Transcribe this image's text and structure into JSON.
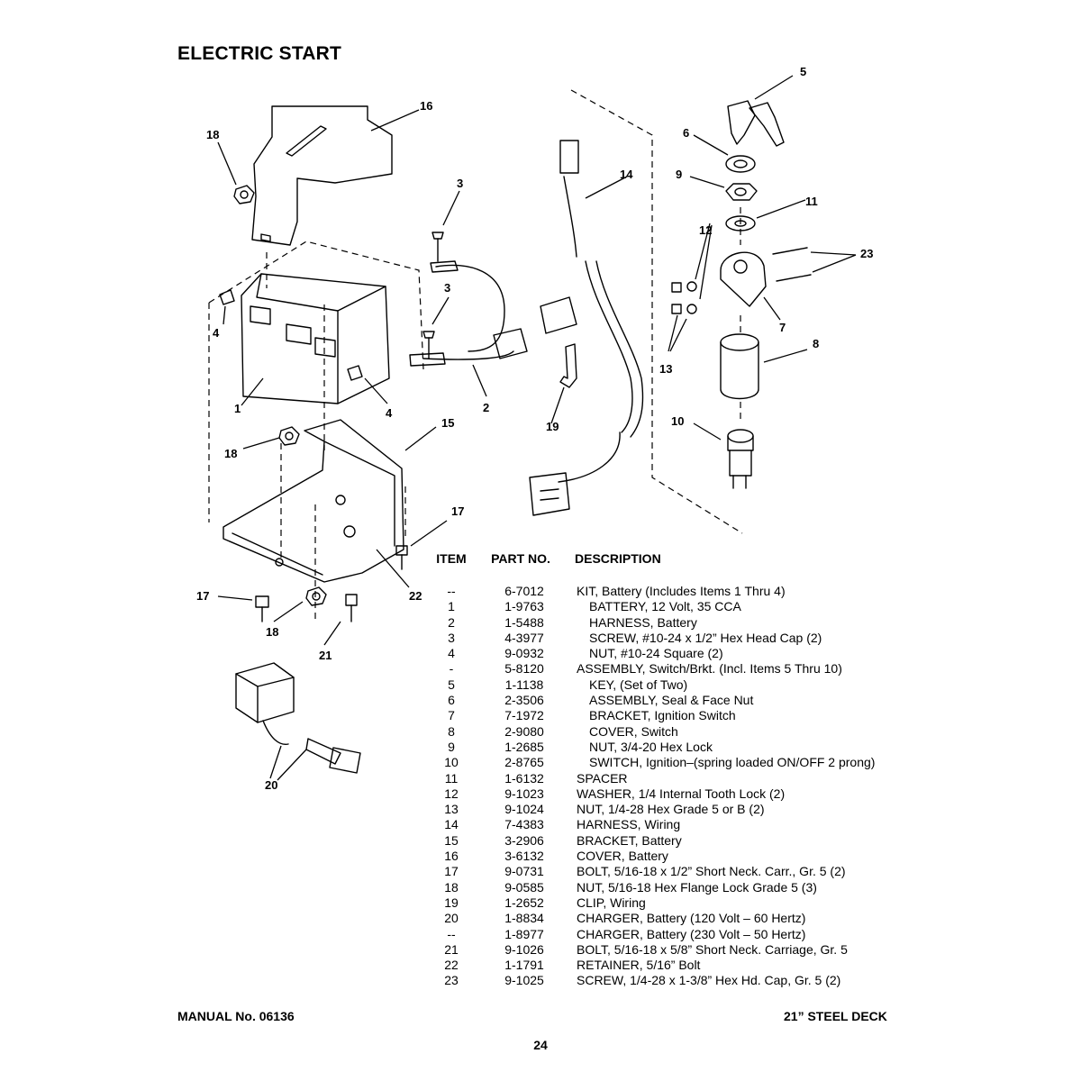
{
  "page": {
    "title": "ELECTRIC START",
    "footer_left": "MANUAL No. 06136",
    "footer_right": "21” STEEL DECK",
    "page_number": "24"
  },
  "diagram": {
    "callouts": [
      "1",
      "2",
      "3",
      "3",
      "4",
      "4",
      "5",
      "6",
      "7",
      "8",
      "9",
      "10",
      "11",
      "12",
      "13",
      "14",
      "15",
      "16",
      "17",
      "17",
      "18",
      "18",
      "18",
      "19",
      "20",
      "21",
      "22",
      "23"
    ]
  },
  "parts_list": {
    "headers": {
      "item": "ITEM",
      "part_no": "PART NO.",
      "description": "DESCRIPTION"
    },
    "rows": [
      {
        "item": "--",
        "part": "6-7012",
        "desc": "KIT, Battery (Includes Items 1 Thru 4)",
        "indent": false
      },
      {
        "item": "1",
        "part": "1-9763",
        "desc": "BATTERY, 12 Volt, 35 CCA",
        "indent": true
      },
      {
        "item": "2",
        "part": "1-5488",
        "desc": "HARNESS, Battery",
        "indent": true
      },
      {
        "item": "3",
        "part": "4-3977",
        "desc": "SCREW, #10-24 x 1/2” Hex Head Cap (2)",
        "indent": true
      },
      {
        "item": "4",
        "part": "9-0932",
        "desc": "NUT, #10-24 Square (2)",
        "indent": true
      },
      {
        "item": "-",
        "part": "5-8120",
        "desc": "ASSEMBLY, Switch/Brkt. (Incl. Items 5 Thru 10)",
        "indent": false
      },
      {
        "item": "5",
        "part": "1-1138",
        "desc": "KEY, (Set of Two)",
        "indent": true
      },
      {
        "item": "6",
        "part": "2-3506",
        "desc": "ASSEMBLY, Seal & Face Nut",
        "indent": true
      },
      {
        "item": "7",
        "part": "7-1972",
        "desc": "BRACKET, Ignition Switch",
        "indent": true
      },
      {
        "item": "8",
        "part": "2-9080",
        "desc": "COVER, Switch",
        "indent": true
      },
      {
        "item": "9",
        "part": "1-2685",
        "desc": "NUT, 3/4-20 Hex Lock",
        "indent": true
      },
      {
        "item": "10",
        "part": "2-8765",
        "desc": "SWITCH, Ignition–(spring loaded ON/OFF 2 prong)",
        "indent": true
      },
      {
        "item": "11",
        "part": "1-6132",
        "desc": "SPACER",
        "indent": false
      },
      {
        "item": "12",
        "part": "9-1023",
        "desc": "WASHER, 1/4 Internal Tooth Lock (2)",
        "indent": false
      },
      {
        "item": "13",
        "part": "9-1024",
        "desc": "NUT, 1/4-28 Hex Grade 5 or B (2)",
        "indent": false
      },
      {
        "item": "14",
        "part": "7-4383",
        "desc": "HARNESS, Wiring",
        "indent": false
      },
      {
        "item": "15",
        "part": "3-2906",
        "desc": "BRACKET, Battery",
        "indent": false
      },
      {
        "item": "16",
        "part": "3-6132",
        "desc": "COVER, Battery",
        "indent": false
      },
      {
        "item": "17",
        "part": "9-0731",
        "desc": "BOLT, 5/16-18 x 1/2” Short Neck. Carr., Gr. 5 (2)",
        "indent": false
      },
      {
        "item": "18",
        "part": "9-0585",
        "desc": "NUT, 5/16-18 Hex Flange Lock Grade 5 (3)",
        "indent": false
      },
      {
        "item": "19",
        "part": "1-2652",
        "desc": "CLIP, Wiring",
        "indent": false
      },
      {
        "item": "20",
        "part": "1-8834",
        "desc": "CHARGER, Battery (120 Volt – 60 Hertz)",
        "indent": false
      },
      {
        "item": "--",
        "part": "1-8977",
        "desc": "CHARGER, Battery (230 Volt – 50 Hertz)",
        "indent": false
      },
      {
        "item": "21",
        "part": "9-1026",
        "desc": "BOLT, 5/16-18 x 5/8” Short Neck. Carriage, Gr. 5",
        "indent": false
      },
      {
        "item": "22",
        "part": "1-1791",
        "desc": "RETAINER, 5/16” Bolt",
        "indent": false
      },
      {
        "item": "23",
        "part": "9-1025",
        "desc": "SCREW, 1/4-28 x 1-3/8” Hex Hd. Cap, Gr. 5 (2)",
        "indent": false
      }
    ]
  }
}
